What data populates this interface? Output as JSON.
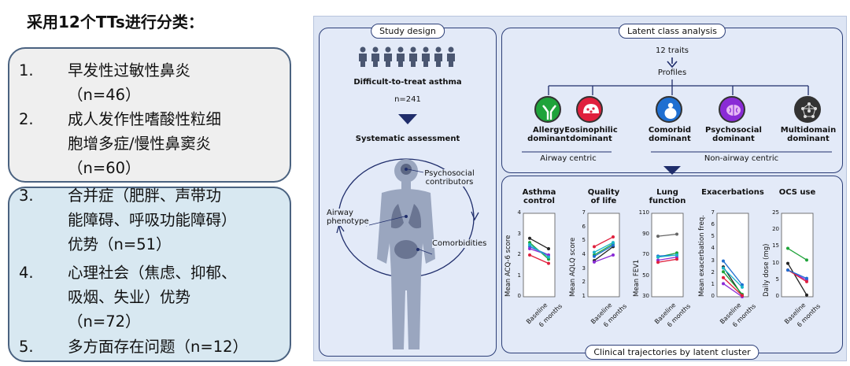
{
  "heading": "采用12个TTs进行分类：",
  "list_a": [
    {
      "num": "1.",
      "text": "早发性过敏性鼻炎\n（n=46）"
    },
    {
      "num": "2.",
      "text": "成人发作性嗜酸性粒细\n胞增多症/慢性鼻窦炎\n（n=60）"
    }
  ],
  "list_b": [
    {
      "num": "3.",
      "text": "合并症（肥胖、声带功\n能障碍、呼吸功能障碍）\n优势（n=51）"
    },
    {
      "num": "4.",
      "text": "心理社会（焦虑、抑郁、\n吸烟、失业）优势\n（n=72）"
    },
    {
      "num": "5.",
      "text": "多方面存在问题（n=12）"
    }
  ],
  "figure": {
    "study": {
      "title": "Study design",
      "population": "Difficult-to-treat asthma",
      "n": "n=241",
      "assessment": "Systematic assessment",
      "psychosocial": "Psychosocial\ncontributors",
      "airway": "Airway\nphenotype",
      "comorbidities": "Comorbidities"
    },
    "lca": {
      "title": "Latent class analysis",
      "traits": "12 traits",
      "profiles": "Profiles",
      "classes": [
        {
          "label": "Allergy\ndominant",
          "color": "#1fa33a",
          "icon": "antibody-icon"
        },
        {
          "label": "Eosinophilic\ndominant",
          "color": "#e0203d",
          "icon": "eosinophil-icon"
        },
        {
          "label": "Comorbid\ndominant",
          "color": "#1f6fd1",
          "icon": "body-icon"
        },
        {
          "label": "Psychosocial\ndominant",
          "color": "#8a2bd6",
          "icon": "brain-icon"
        },
        {
          "label": "Multidomain\ndominant",
          "color": "#333333",
          "icon": "network-icon"
        }
      ],
      "airway_centric": "Airway centric",
      "non_airway_centric": "Non-airway centric"
    },
    "trajectories": {
      "title": "Clinical trajectories by latent cluster",
      "x_labels": [
        "Baseline",
        "6 months"
      ]
    }
  },
  "chart_data": [
    {
      "type": "line",
      "title": "Asthma\ncontrol",
      "ylabel": "Mean ACQ-6 score",
      "ylim": [
        0,
        4
      ],
      "yticks": [
        "0",
        "1",
        "2",
        "3",
        "4"
      ],
      "x": [
        "Baseline",
        "6 months"
      ],
      "series": [
        {
          "color": "#222222",
          "values": [
            2.8,
            2.3
          ]
        },
        {
          "color": "#1fa33a",
          "values": [
            2.6,
            1.8
          ]
        },
        {
          "color": "#1f6fd1",
          "values": [
            2.4,
            2.0
          ]
        },
        {
          "color": "#8a2bd6",
          "values": [
            2.3,
            2.0
          ]
        },
        {
          "color": "#e0203d",
          "values": [
            2.0,
            1.6
          ]
        },
        {
          "color": "#1ab5c8",
          "values": [
            2.5,
            1.9
          ]
        }
      ]
    },
    {
      "type": "line",
      "title": "Quality\nof life",
      "ylabel": "Mean AQLQ score",
      "ylim": [
        1,
        7
      ],
      "yticks": [
        "1",
        "2",
        "3",
        "4",
        "5",
        "6",
        "7"
      ],
      "x": [
        "Baseline",
        "6 months"
      ],
      "series": [
        {
          "color": "#222222",
          "values": [
            3.6,
            4.6
          ]
        },
        {
          "color": "#1fa33a",
          "values": [
            4.0,
            4.8
          ]
        },
        {
          "color": "#1f6fd1",
          "values": [
            3.9,
            4.7
          ]
        },
        {
          "color": "#8a2bd6",
          "values": [
            3.5,
            4.0
          ]
        },
        {
          "color": "#e0203d",
          "values": [
            4.6,
            5.3
          ]
        },
        {
          "color": "#1ab5c8",
          "values": [
            4.2,
            4.9
          ]
        }
      ]
    },
    {
      "type": "line",
      "title": "Lung\nfunction",
      "ylabel": "Mean FEV1",
      "ylim": [
        30,
        110
      ],
      "yticks": [
        "30",
        "50",
        "70",
        "90",
        "110"
      ],
      "x": [
        "Baseline",
        "6 months"
      ],
      "series": [
        {
          "color": "#666666",
          "values": [
            88,
            90
          ]
        },
        {
          "color": "#1fa33a",
          "values": [
            68,
            72
          ]
        },
        {
          "color": "#1f6fd1",
          "values": [
            69,
            70
          ]
        },
        {
          "color": "#8a2bd6",
          "values": [
            65,
            68
          ]
        },
        {
          "color": "#e0203d",
          "values": [
            63,
            66
          ]
        },
        {
          "color": "#1ab5c8",
          "values": [
            68,
            70
          ]
        }
      ]
    },
    {
      "type": "line",
      "title": "Exacerbations",
      "ylabel": "Mean exacerbation freq.",
      "ylim": [
        0,
        7
      ],
      "yticks": [
        "0",
        "1",
        "2",
        "3",
        "4",
        "5",
        "6",
        "7"
      ],
      "x": [
        "Baseline",
        "6 months"
      ],
      "series": [
        {
          "color": "#222222",
          "values": [
            2.5,
            0.1
          ]
        },
        {
          "color": "#1fa33a",
          "values": [
            2.1,
            0.2
          ]
        },
        {
          "color": "#1f6fd1",
          "values": [
            3.0,
            1.0
          ]
        },
        {
          "color": "#8a2bd6",
          "values": [
            1.1,
            0.0
          ]
        },
        {
          "color": "#e0203d",
          "values": [
            1.6,
            0.1
          ]
        },
        {
          "color": "#1ab5c8",
          "values": [
            2.4,
            0.8
          ]
        }
      ]
    },
    {
      "type": "line",
      "title": "OCS use",
      "ylabel": "Daily dose (mg)",
      "ylim": [
        0,
        25
      ],
      "yticks": [
        "0",
        "5",
        "10",
        "15",
        "20",
        "25"
      ],
      "x": [
        "Baseline",
        "6 months"
      ],
      "series": [
        {
          "color": "#1fa33a",
          "values": [
            14.5,
            11.0
          ]
        },
        {
          "color": "#222222",
          "values": [
            10.0,
            0.5
          ]
        },
        {
          "color": "#8a2bd6",
          "values": [
            8.0,
            5.0
          ]
        },
        {
          "color": "#e0203d",
          "values": [
            8.0,
            4.5
          ]
        },
        {
          "color": "#1f6fd1",
          "values": [
            8.0,
            5.5
          ]
        }
      ]
    }
  ]
}
